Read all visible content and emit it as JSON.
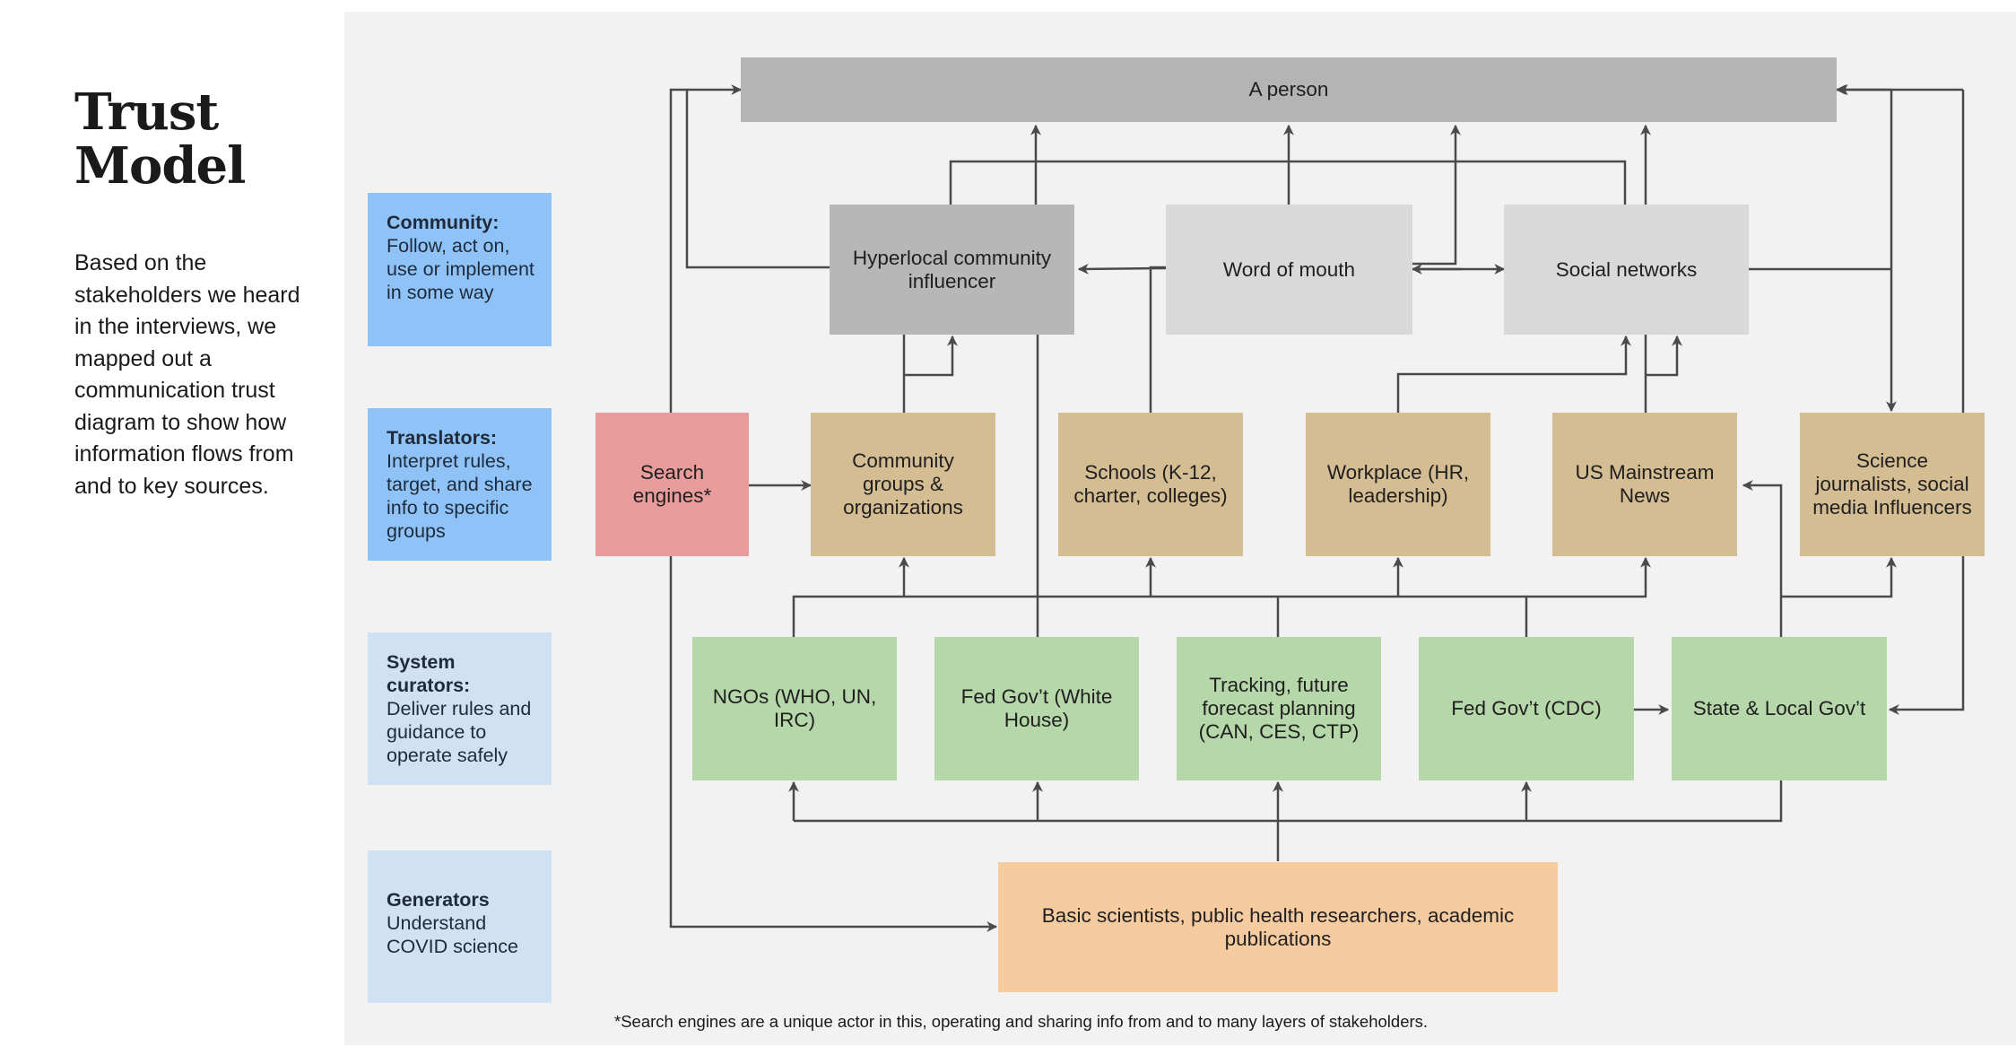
{
  "title_line1": "Trust",
  "title_line2": "Model",
  "description": "Based on the stakeholders we heard in the interviews, we mapped out a communication trust diagram to show how information flows from and to key sources.",
  "legend": [
    {
      "heading": "Community:",
      "text": "Follow, act on, use or implement in some way",
      "color": "#8fc3f7"
    },
    {
      "heading": "Translators:",
      "text": "Interpret rules, target, and share info to specific groups",
      "color": "#8fc3f7"
    },
    {
      "heading": "System curators:",
      "text": "Deliver rules and guidance to operate safely",
      "color": "#cfe1f3"
    },
    {
      "heading": "Generators",
      "text": "Understand COVID science",
      "color": "#cfe1f3"
    }
  ],
  "nodes": {
    "person": "A person",
    "hyperlocal": "Hyperlocal community influencer",
    "word_of_mouth": "Word of mouth",
    "social_networks": "Social networks",
    "search_engines": "Search engines*",
    "community_groups": "Community groups & organizations",
    "schools": "Schools (K-12, charter, colleges)",
    "workplace": "Workplace (HR, leadership)",
    "us_news": "US Mainstream News",
    "science_journalists": "Science journalists, social media Influencers",
    "ngos": "NGOs (WHO, UN, IRC)",
    "fed_white_house": "Fed Gov’t (White House)",
    "tracking": "Tracking, future forecast planning (CAN, CES, CTP)",
    "fed_cdc": "Fed Gov’t (CDC)",
    "state_local": "State & Local Gov’t",
    "basic_scientists": "Basic scientists, public health researchers, academic publications"
  },
  "colors": {
    "person": "#b4b4b4",
    "community": "#d9d9d9",
    "search": "#e89c9c",
    "translator": "#d4bd93",
    "curator": "#b6d7a9",
    "generator": "#f6cba0",
    "arrow": "#4a4a4a"
  },
  "footnote": "*Search engines are a unique actor in this, operating and sharing info from and to many layers of stakeholders."
}
